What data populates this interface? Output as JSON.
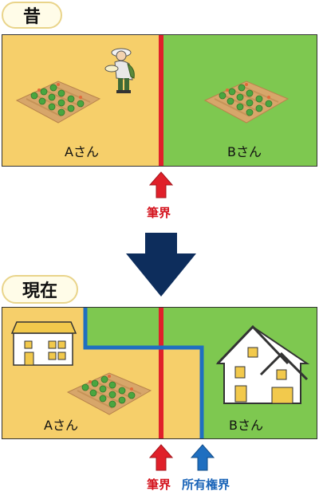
{
  "before": {
    "label": "昔",
    "owner_a": "Aさん",
    "owner_b": "Bさん",
    "boundary_caption": "筆界"
  },
  "after": {
    "label": "現在",
    "owner_a": "Aさん",
    "owner_b": "Bさん",
    "boundary_caption": "筆界",
    "ownership_caption": "所有権界"
  },
  "colors": {
    "land_a": "#f6cf6a",
    "land_b": "#7ec850",
    "boundary": "#e0202a",
    "ownership": "#1f6fc0",
    "transition_arrow": "#0d2d5c",
    "caption_red": "#d4141e",
    "caption_blue": "#1a64b8"
  }
}
